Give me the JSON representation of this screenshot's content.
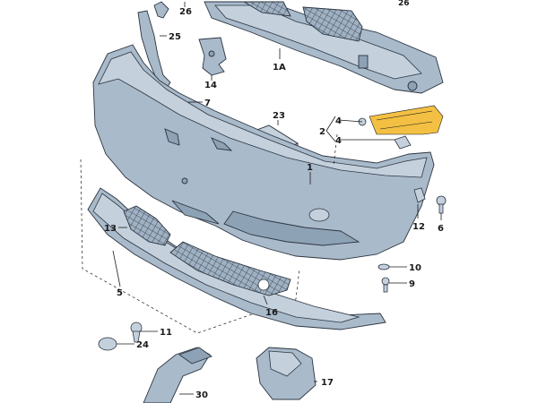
{
  "diagram": {
    "callouts": {
      "c1": "1",
      "c1A": "1A",
      "c2": "2",
      "c4a": "4",
      "c4b": "4",
      "c5": "5",
      "c6": "6",
      "c7": "7",
      "c9": "9",
      "c10": "10",
      "c11": "11",
      "c12": "12",
      "c13": "13",
      "c14": "14",
      "c16": "16",
      "c17": "17",
      "c23": "23",
      "c24": "24",
      "c25": "25",
      "c26": "26",
      "c26b": "26",
      "c30": "30"
    },
    "colors": {
      "part_fill": "#a9bacb",
      "highlight": "#f3c043",
      "line": "#1a1a1a"
    }
  }
}
